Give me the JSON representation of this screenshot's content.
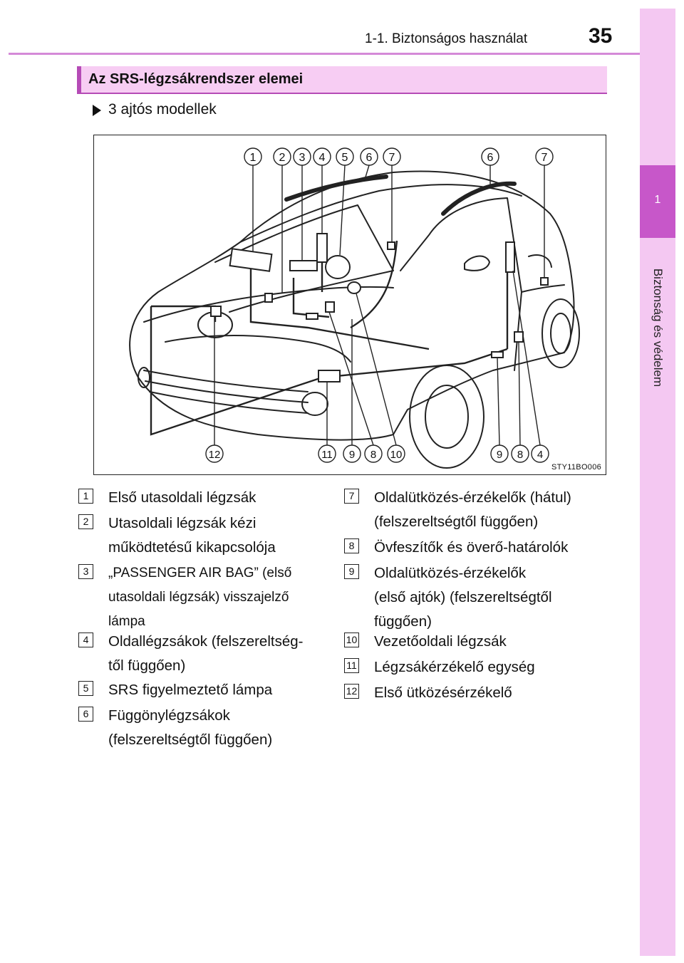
{
  "header": {
    "chapter": "1-1. Biztonságos használat",
    "page_number": "35"
  },
  "side_tab": {
    "number": "1",
    "label": "Biztonság és védelem"
  },
  "section": {
    "title": "Az SRS-légzsákrendszer elemei"
  },
  "subsection": {
    "label": "3 ajtós modellek"
  },
  "figure": {
    "code": "STY11BO006",
    "top_callouts": [
      "1",
      "2",
      "3",
      "4",
      "5",
      "6",
      "7",
      "6",
      "7"
    ],
    "bottom_callouts": [
      "12",
      "11",
      "9",
      "8",
      "10",
      "9",
      "8",
      "4"
    ]
  },
  "legend_left": [
    {
      "num": "1",
      "lines": [
        "Első utasoldali légzsák"
      ]
    },
    {
      "num": "2",
      "lines": [
        "Utasoldali légzsák kézi",
        "működtetésű kikapcsolója"
      ]
    },
    {
      "num": "3",
      "lines": [
        "„PASSENGER AIR BAG” (első",
        "utasoldali légzsák) visszajelző",
        "lámpa"
      ]
    },
    {
      "num": "4",
      "lines": [
        "Oldallégzsákok (felszereltség-",
        "től függően)"
      ]
    },
    {
      "num": "5",
      "lines": [
        "SRS figyelmeztető lámpa"
      ]
    },
    {
      "num": "6",
      "lines": [
        "Függönylégzsákok",
        "(felszereltségtől függően)"
      ]
    }
  ],
  "legend_right": [
    {
      "num": "7",
      "lines": [
        "Oldalütközés-érzékelők (hátul)",
        "(felszereltségtől függően)"
      ]
    },
    {
      "num": "8",
      "lines": [
        "Övfeszítők és överő-határolók"
      ]
    },
    {
      "num": "9",
      "lines": [
        "Oldalütközés-érzékelők",
        "(első ajtók) (felszereltségtől",
        "függően)"
      ]
    },
    {
      "num": "10",
      "lines": [
        "Vezetőoldali légzsák"
      ]
    },
    {
      "num": "11",
      "lines": [
        "Légzsákérzékelő egység"
      ]
    },
    {
      "num": "12",
      "lines": [
        "Első ütközésérzékelő"
      ]
    }
  ]
}
